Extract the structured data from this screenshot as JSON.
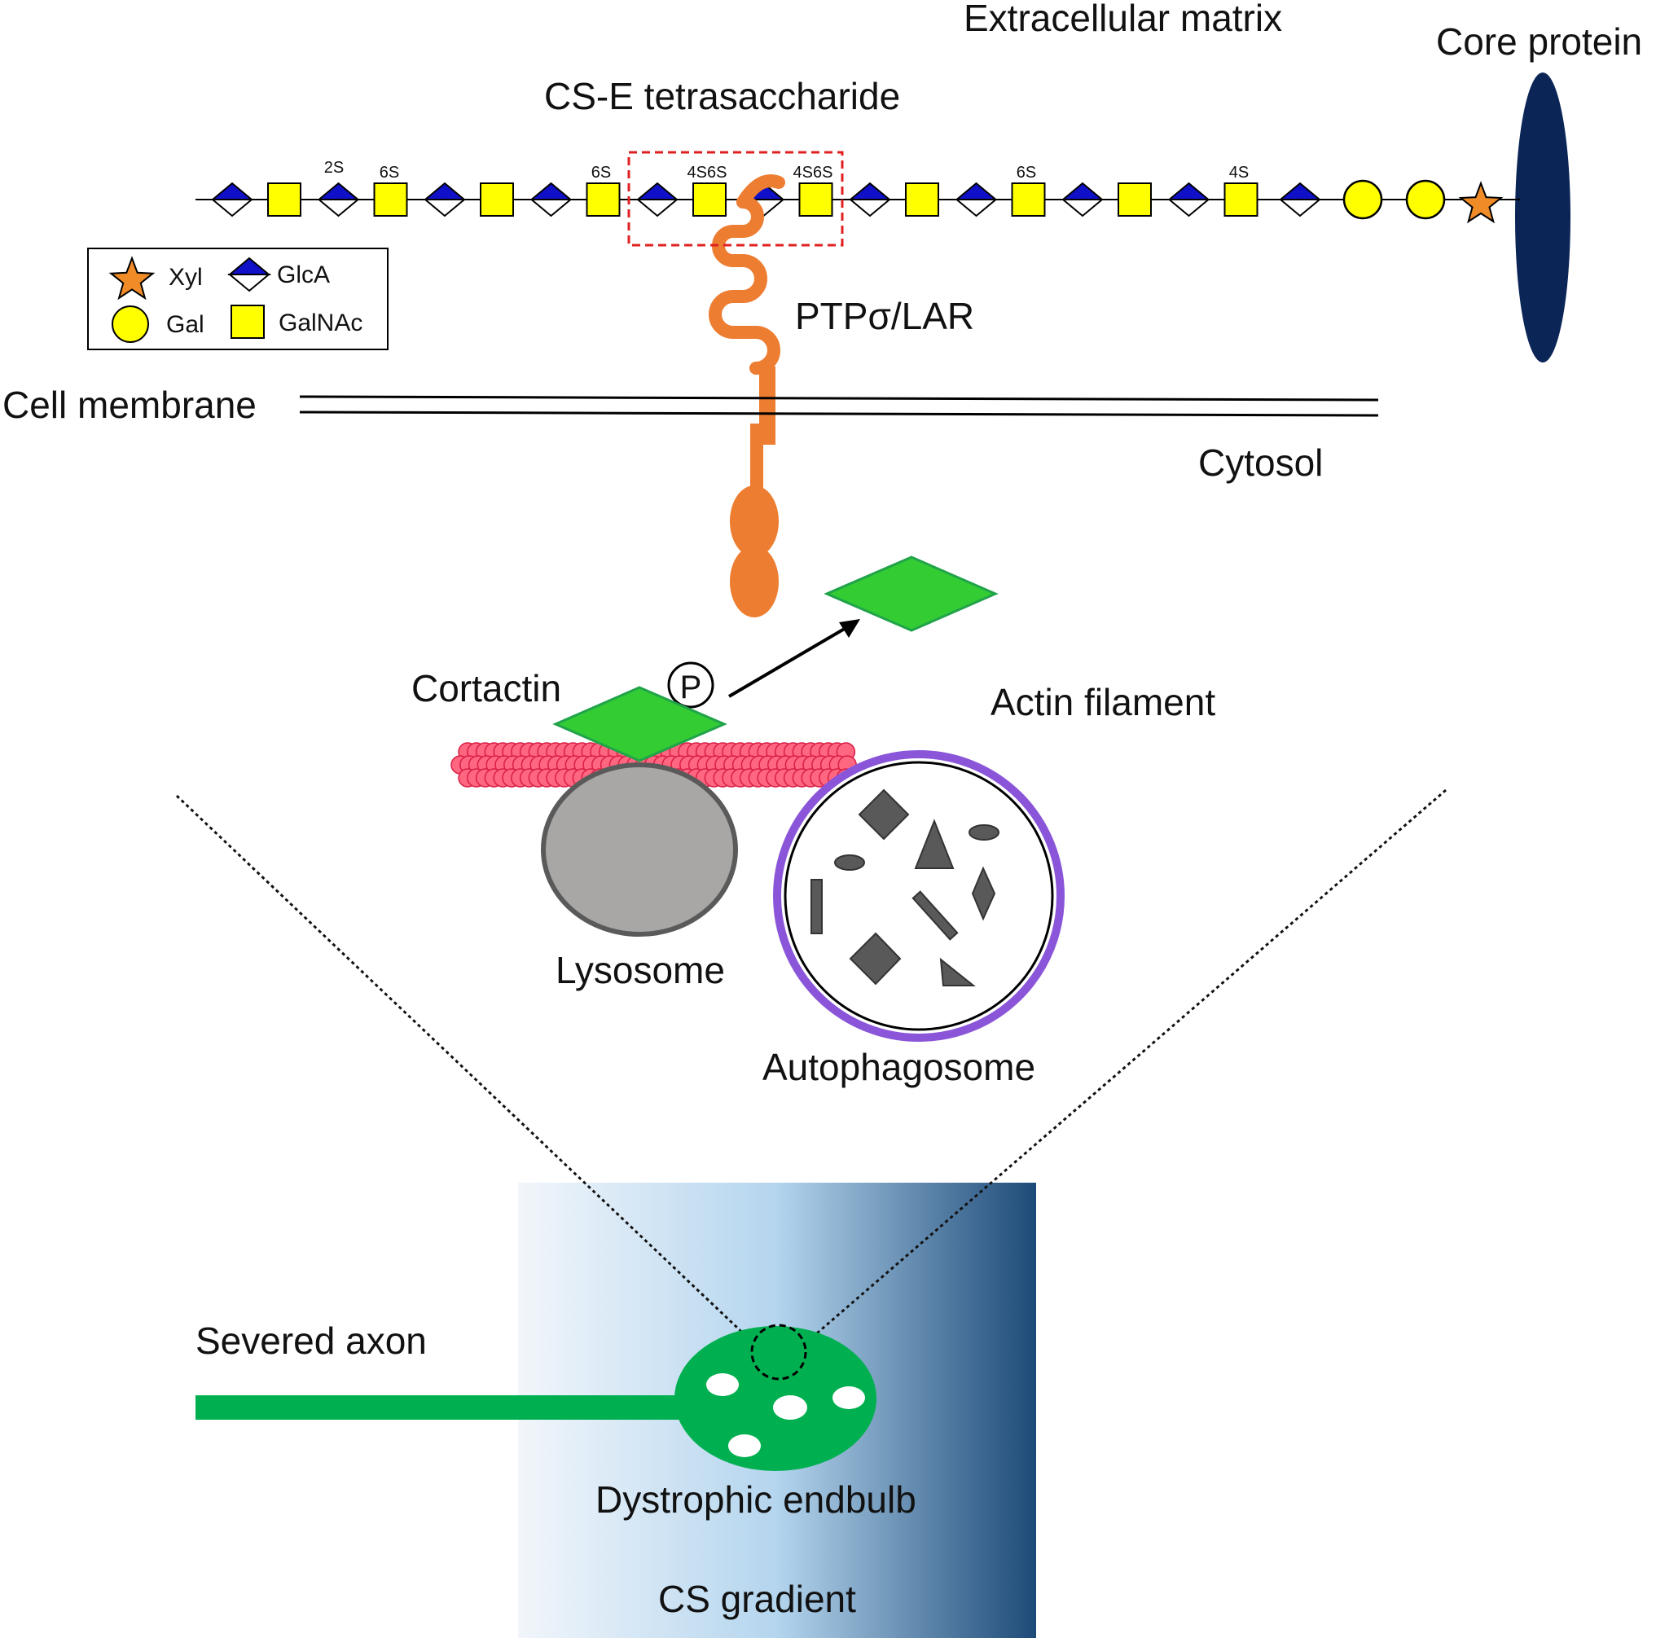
{
  "labels": {
    "extracellular_matrix": "Extracellular matrix",
    "core_protein": "Core protein",
    "cs_e_tetrasaccharide": "CS-E tetrasaccharide",
    "ptp_lar": "PTPσ/LAR",
    "cell_membrane": "Cell membrane",
    "cytosol": "Cytosol",
    "cortactin": "Cortactin",
    "phospho": "P",
    "actin_filament": "Actin filament",
    "lysosome": "Lysosome",
    "autophagosome": "Autophagosome",
    "severed_axon": "Severed axon",
    "dystrophic_endbulb": "Dystrophic endbulb",
    "cs_gradient": "CS gradient"
  },
  "legend": {
    "xyl": "Xyl",
    "glca": "GlcA",
    "gal": "Gal",
    "galnac": "GalNAc"
  },
  "sulfation": {
    "s1": "2S",
    "s2": "6S",
    "s3": "6S",
    "s4": "4S6S",
    "s5": "4S6S",
    "s6": "6S",
    "s7": "4S"
  },
  "colors": {
    "glca": "#1010c8",
    "galnac": "#ffff00",
    "gal": "#ffff00",
    "xyl": "#f08c28",
    "receptor": "#ed7d31",
    "cortactin": "#33cc33",
    "actin": "#ff6680",
    "lysosome": "#a9a7a5",
    "autophagosome_membrane": "#8a55d8",
    "core_protein": "#0b2557",
    "axon": "#00b050",
    "highlight_box": "#e02020",
    "gradient_light": "#f2f6fb",
    "gradient_mid": "#b4d5ee",
    "gradient_dark": "#1d4a78"
  }
}
